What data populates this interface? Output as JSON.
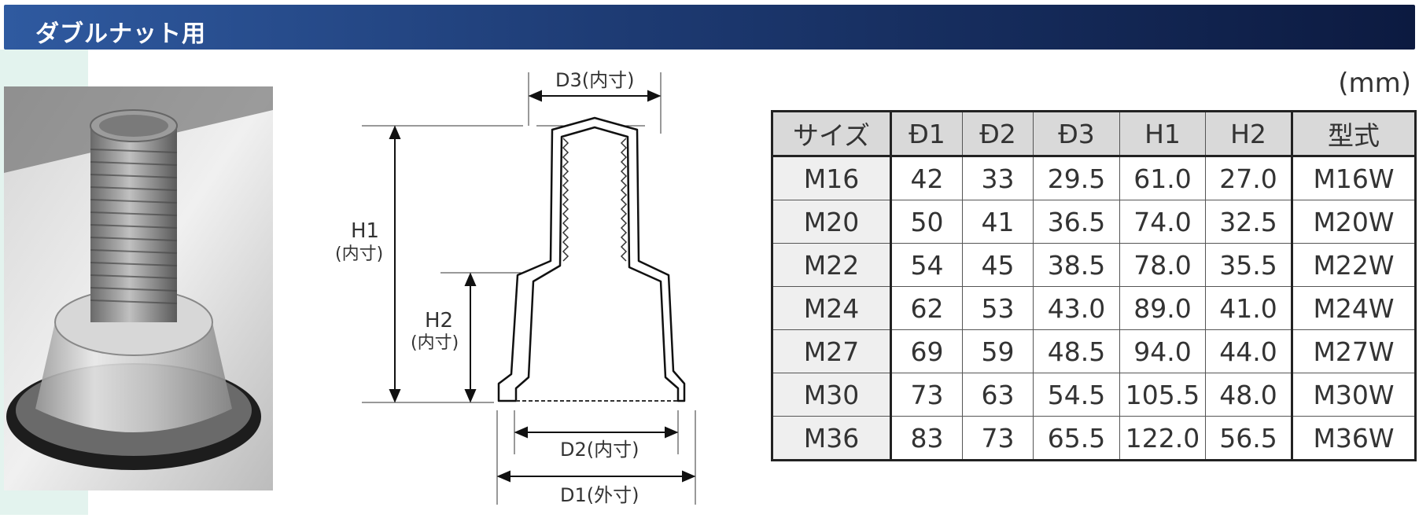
{
  "header": {
    "title": "ダブルナット用"
  },
  "unit": "(mm)",
  "diagram": {
    "d3_label": "D3(内寸)",
    "h1_label": "H1",
    "h1_sub": "(内寸)",
    "h2_label": "H2",
    "h2_sub": "(内寸)",
    "d2_label": "D2(内寸)",
    "d1_label": "D1(外寸)"
  },
  "table": {
    "headers": [
      "サイズ",
      "Ð1",
      "Ð2",
      "Ð3",
      "H1",
      "H2",
      "型式"
    ],
    "rows": [
      [
        "M16",
        "42",
        "33",
        "29.5",
        "61.0",
        "27.0",
        "M16W"
      ],
      [
        "M20",
        "50",
        "41",
        "36.5",
        "74.0",
        "32.5",
        "M20W"
      ],
      [
        "M22",
        "54",
        "45",
        "38.5",
        "78.0",
        "35.5",
        "M22W"
      ],
      [
        "M24",
        "62",
        "53",
        "43.0",
        "89.0",
        "41.0",
        "M24W"
      ],
      [
        "M27",
        "69",
        "59",
        "48.5",
        "94.0",
        "44.0",
        "M27W"
      ],
      [
        "M30",
        "73",
        "63",
        "54.5",
        "105.5",
        "48.0",
        "M30W"
      ],
      [
        "M36",
        "83",
        "73",
        "65.5",
        "122.0",
        "56.5",
        "M36W"
      ]
    ]
  }
}
